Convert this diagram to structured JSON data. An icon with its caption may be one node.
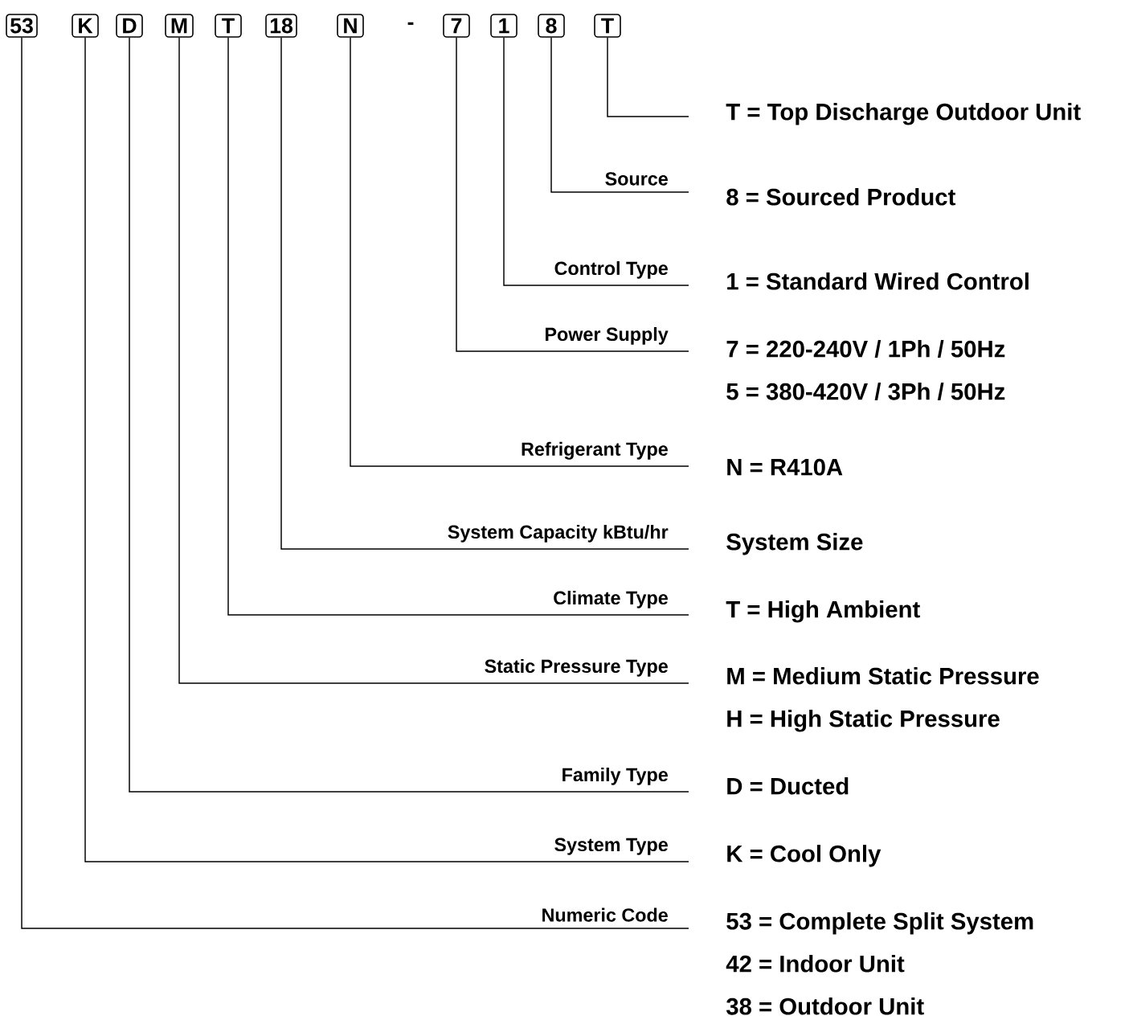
{
  "diagram": {
    "nodes": [
      {
        "text": [
          "53"
        ]
      },
      {
        "text": [
          "K"
        ]
      },
      {
        "text": [
          "D"
        ]
      },
      {
        "text": [
          "M"
        ]
      },
      {
        "text": [
          "T"
        ]
      },
      {
        "text": [
          "18"
        ]
      },
      {
        "text": [
          "N"
        ]
      },
      {
        "text": [
          "7"
        ]
      },
      {
        "text": [
          "1"
        ]
      },
      {
        "text": [
          "8"
        ]
      },
      {
        "text": [
          "T"
        ]
      },
      {
        "text": [
          "T = Top Discharge Outdoor Unit"
        ]
      },
      {
        "text": [
          "Source",
          "8 = Sourced Product"
        ]
      },
      {
        "text": [
          "Control Type",
          "1 = Standard Wired Control"
        ]
      },
      {
        "text": [
          "Power Supply",
          "7 = 220-240V / 1Ph / 50Hz",
          "5 = 380-420V / 3Ph / 50Hz"
        ]
      },
      {
        "text": [
          "Refrigerant Type",
          "N = R410A"
        ]
      },
      {
        "text": [
          "System Capacity kBtu/hr",
          "System Size"
        ]
      },
      {
        "text": [
          "Climate Type",
          "T = High Ambient"
        ]
      },
      {
        "text": [
          "Static Pressure Type",
          "M = Medium Static Pressure",
          "H = High Static Pressure"
        ]
      },
      {
        "text": [
          "Family Type",
          "D = Ducted"
        ]
      },
      {
        "text": [
          "System Type",
          "K = Cool Only"
        ]
      },
      {
        "text": [
          "Numeric Code",
          "53 = Complete Split System",
          "42 = Indoor Unit",
          "38 = Outdoor Unit"
        ]
      }
    ],
    "edges": [
      {
        "from": 10,
        "to": 11,
        "arrow": "none"
      },
      {
        "from": 9,
        "to": 12,
        "arrow": "none"
      },
      {
        "from": 8,
        "to": 13,
        "arrow": "none"
      },
      {
        "from": 7,
        "to": 14,
        "arrow": "none"
      },
      {
        "from": 6,
        "to": 15,
        "arrow": "none"
      },
      {
        "from": 5,
        "to": 16,
        "arrow": "none"
      },
      {
        "from": 4,
        "to": 17,
        "arrow": "none"
      },
      {
        "from": 3,
        "to": 18,
        "arrow": "none"
      },
      {
        "from": 2,
        "to": 19,
        "arrow": "none"
      },
      {
        "from": 1,
        "to": 20,
        "arrow": "none"
      },
      {
        "from": 0,
        "to": 21,
        "arrow": "none"
      }
    ],
    "labels": [
      "-"
    ]
  }
}
